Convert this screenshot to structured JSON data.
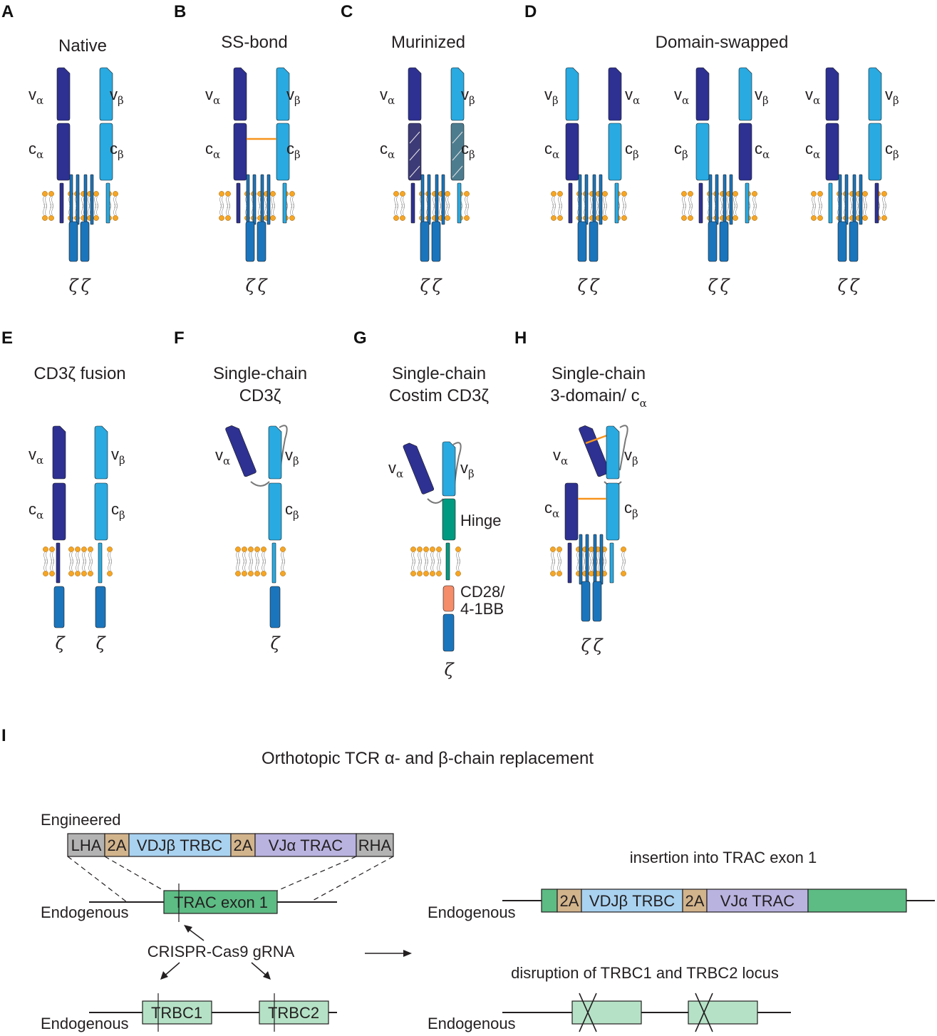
{
  "colors": {
    "dark_blue": "#2e3192",
    "light_blue": "#29aae1",
    "mid_blue": "#1b75bc",
    "membrane_head": "#f6a623",
    "hinge_teal": "#009a80",
    "costim_salmon": "#f58c6a",
    "disulfide_orange": "#f7941d",
    "trac_green": "#5dbb84",
    "trbc_lightgreen": "#b5e2c6",
    "seg_gray": "#b3b3b3",
    "seg_tan": "#d2b48c",
    "seg_lightblue": "#a9d2f0",
    "seg_lavender": "#b9b3e0"
  },
  "panels": [
    {
      "letter": "A",
      "title": "Native"
    },
    {
      "letter": "B",
      "title": "SS-bond"
    },
    {
      "letter": "C",
      "title": "Murinized"
    },
    {
      "letter": "D",
      "title": "Domain-swapped"
    },
    {
      "letter": "E",
      "title": "CD3ζ fusion"
    },
    {
      "letter": "F",
      "title_line1": "Single-chain",
      "title_line2": "CD3ζ"
    },
    {
      "letter": "G",
      "title_line1": "Single-chain",
      "title_line2": "Costim CD3ζ"
    },
    {
      "letter": "H",
      "title_line1": "Single-chain",
      "title_line2": "3-domain/ c",
      "title_sub": "α"
    },
    {
      "letter": "I",
      "title": "Orthotopic TCR α- and β-chain replacement"
    }
  ],
  "domain_labels": {
    "v": "v",
    "c": "c",
    "alpha": "α",
    "beta": "β",
    "zeta": "ζ"
  },
  "g_labels": {
    "hinge": "Hinge",
    "costim_line1": "CD28/",
    "costim_line2": "4-1BB"
  },
  "panel_i": {
    "engineered_label": "Engineered",
    "endogenous_label": "Endogenous",
    "construct_segments": [
      "LHA",
      "2A",
      "VDJβ TRBC",
      "2A",
      "VJα TRAC",
      "RHA"
    ],
    "trac_exon": "TRAC exon 1",
    "grna_label": "CRISPR-Cas9 gRNA",
    "trbc1": "TRBC1",
    "trbc2": "TRBC2",
    "insertion_title": "insertion into TRAC exon 1",
    "insertion_segments": [
      "2A",
      "VDJβ TRBC",
      "2A",
      "VJα TRAC"
    ],
    "disruption_title": "disruption of TRBC1 and TRBC2 locus"
  }
}
